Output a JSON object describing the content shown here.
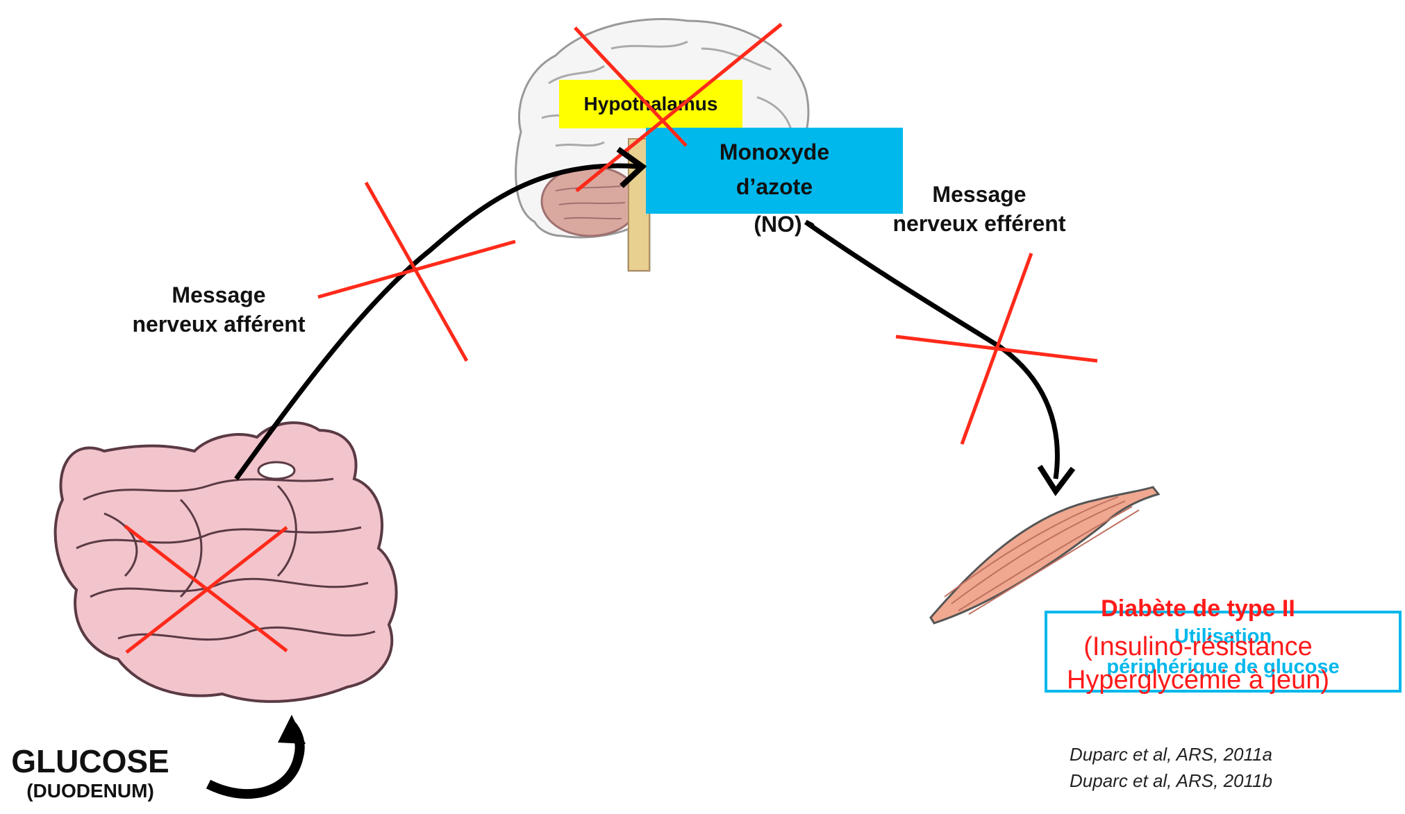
{
  "labels": {
    "hypothalamus": "Hypothalamus",
    "no_line1": "Monoxyde",
    "no_line2": "d’azote",
    "no_line3": "(NO)",
    "afferent_line1": "Message",
    "afferent_line2": "nerveux afférent",
    "efferent_line1": "Message",
    "efferent_line2": "nerveux efférent",
    "utilisation_line1": "Utilisation",
    "utilisation_line2": "périphérique de glucose",
    "diabete_title": "Diabète de type II",
    "diabete_line2": "(Insulino-résistance",
    "diabete_line3": "Hyperglycémie à jeun)",
    "glucose": "GLUCOSE",
    "duodenum": "(DUODENUM)"
  },
  "references": [
    "Duparc et al, ARS, 2011a",
    "Duparc et al, ARS, 2011b"
  ],
  "colors": {
    "cross": "#ff2a1a",
    "arrow": "#000000",
    "hypothalamus_box": "#ffff00",
    "no_box": "#00b8ec",
    "diabete_text": "#ff1a1a",
    "utilisation_text": "#00b8ec",
    "intestine": "#f2c4cc",
    "muscle": "#f0a890"
  },
  "icons": [
    "brain-icon",
    "intestine-icon",
    "muscle-icon"
  ]
}
